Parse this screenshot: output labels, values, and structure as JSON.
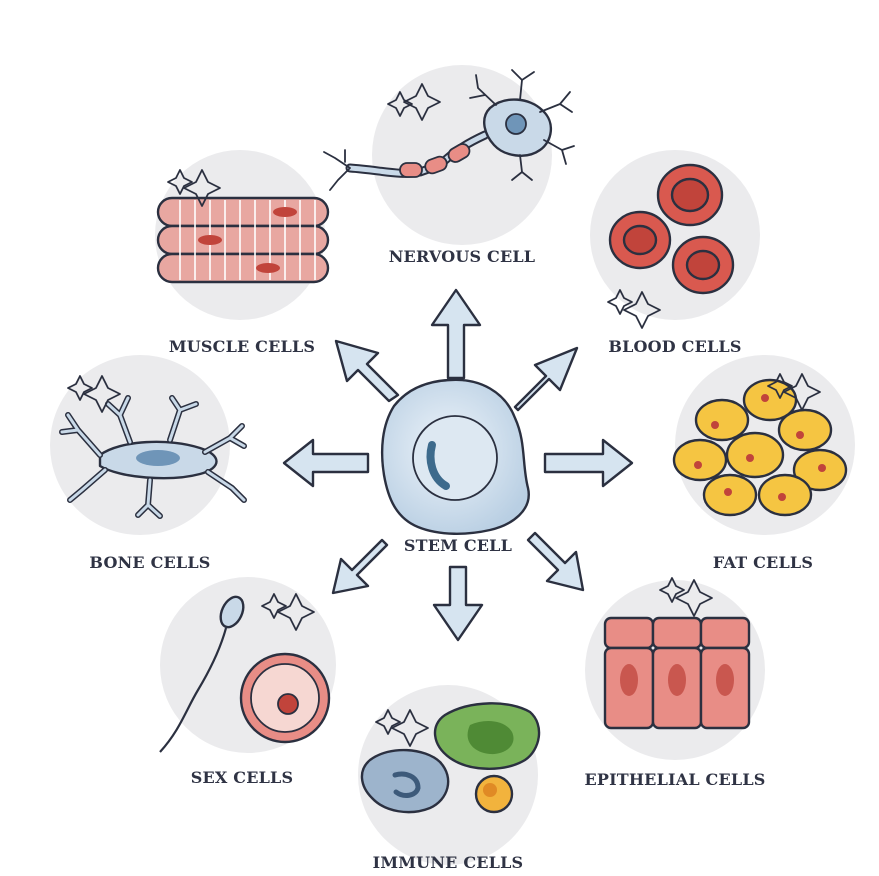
{
  "center": {
    "label": "STEM CELL"
  },
  "cells": {
    "nervous": "NERVOUS CELL",
    "blood": "BLOOD CELLS",
    "fat": "FAT CELLS",
    "epithelial": "EPITHELIAL CELLS",
    "immune": "IMMUNE CELLS",
    "sex": "SEX CELLS",
    "bone": "BONE CELLS",
    "muscle": "MUSCLE CELLS"
  },
  "colors": {
    "background_circle": "#ebebed",
    "arrow_fill": "#d6e4f0",
    "outline": "#2b3040",
    "muscle": "#e8a7a1",
    "blood": "#d9594f",
    "fat": "#f5c542",
    "epithelial": "#e88d86",
    "nerve": "#c9d9e8",
    "immune_green": "#7ab35a",
    "immune_blue": "#9db4cc",
    "immune_orange": "#f2b33d",
    "sex_cell": "#f6d7d2"
  }
}
